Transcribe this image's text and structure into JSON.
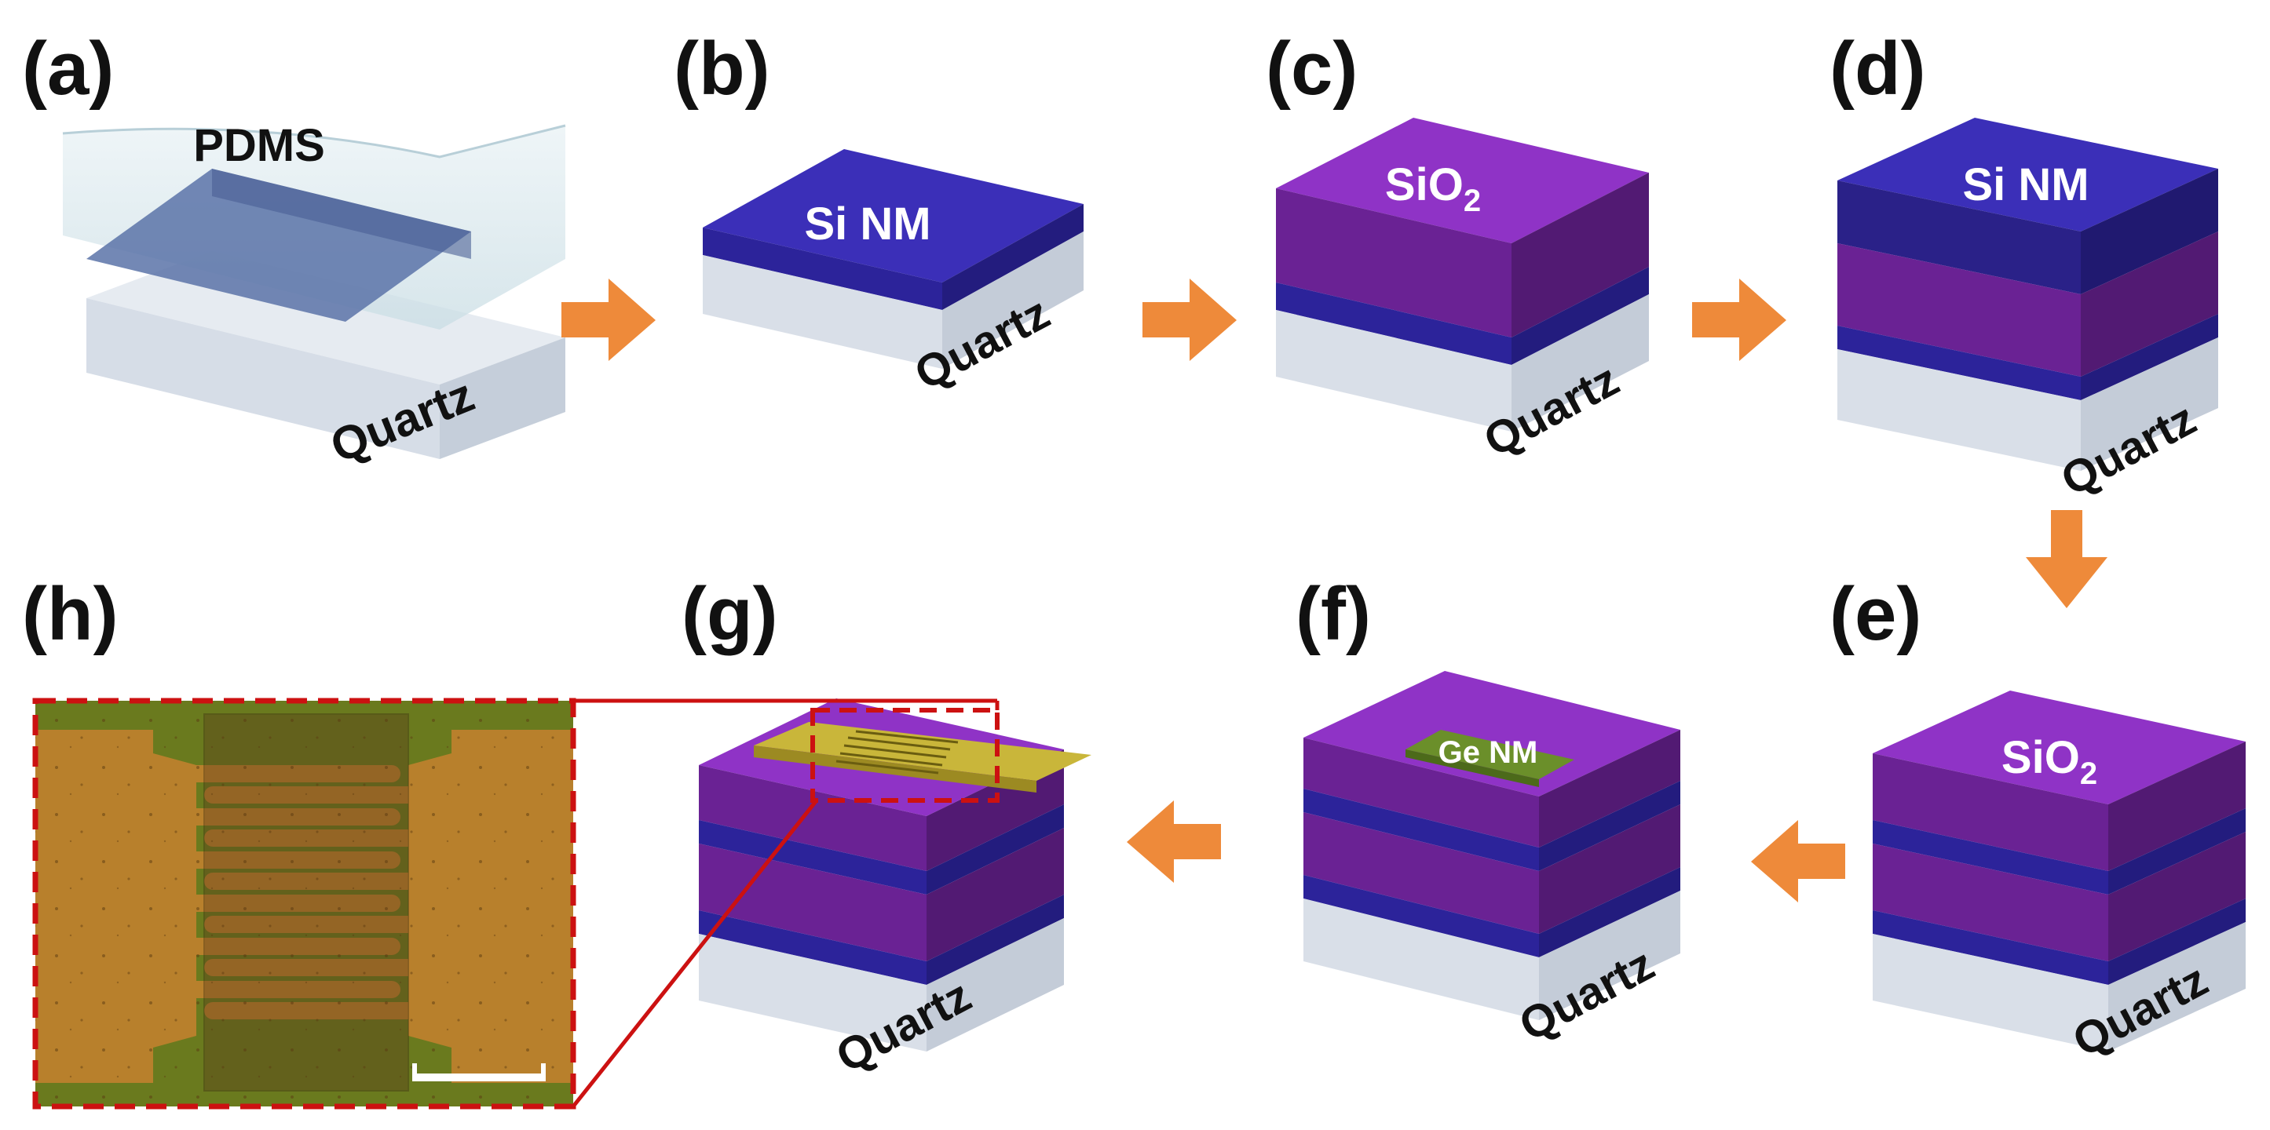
{
  "panels": {
    "a": {
      "label": "(a)",
      "top_text": "PDMS",
      "substrate_text": "Quartz"
    },
    "b": {
      "label": "(b)",
      "top_text": "Si NM",
      "substrate_text": "Quartz"
    },
    "c": {
      "label": "(c)",
      "top_text": "SiO",
      "top_sub": "2",
      "substrate_text": "Quartz"
    },
    "d": {
      "label": "(d)",
      "top_text": "Si NM",
      "substrate_text": "Quartz"
    },
    "e": {
      "label": "(e)",
      "top_text": "SiO",
      "top_sub": "2",
      "substrate_text": "Quartz"
    },
    "f": {
      "label": "(f)",
      "top_text": "Ge NM",
      "substrate_text": "Quartz"
    },
    "g": {
      "label": "(g)",
      "substrate_text": "Quartz"
    },
    "h": {
      "label": "(h)"
    }
  },
  "colors": {
    "quartz": "#dfe4ec",
    "si": "#3b2fb8",
    "sio2": "#8f33c6",
    "ge": "#6b8f2a",
    "gold": "#c9b63a",
    "arrow": "#ee8a3a",
    "zoom": "#cc1111",
    "micrograph_bg": "#6a7a1e",
    "micrograph_gold": "#b8802c"
  }
}
